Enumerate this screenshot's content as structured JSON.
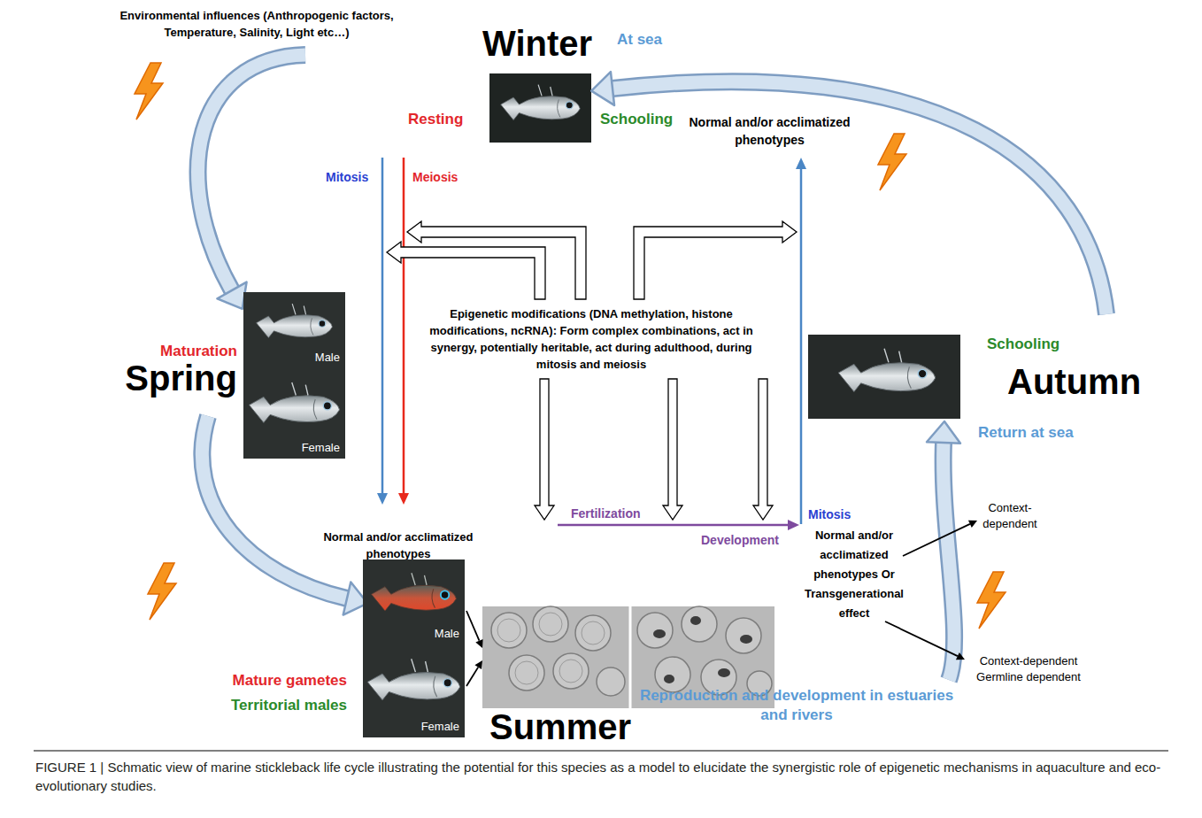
{
  "diagram": {
    "caption": "FIGURE 1 | Schmatic view of marine stickleback life cycle illustrating the potential for this species as a model to elucidate the synergistic role of epigenetic mechanisms in aquaculture and eco-evolutionary studies.",
    "nodes": [
      {
        "text": [
          "Male"
        ]
      },
      {
        "text": [
          "Female"
        ]
      },
      {
        "text": [
          "Male"
        ]
      },
      {
        "text": [
          "Female"
        ]
      }
    ],
    "labels": [
      "Environmental influences (Anthropogenic factors, Temperature, Salinity, Light etc…)",
      "Winter",
      "At sea",
      "Resting",
      "Schooling",
      "Normal and/or acclimatized phenotypes",
      "Mitosis",
      "Meiosis",
      "Epigenetic modifications (DNA methylation, histone modifications, ncRNA): Form complex combinations, act in synergy, potentially heritable, act during adulthood, during mitosis and meiosis",
      "Maturation",
      "Spring",
      "Schooling",
      "Autumn",
      "Return at sea",
      "Fertilization",
      "Development",
      "Mitosis",
      "Normal and/or acclimatized phenotypes",
      "Normal and/or acclimatized phenotypes Or Transgenerational effect",
      "Context-dependent",
      "Context-dependent Germline dependent",
      "Mature gametes",
      "Territorial males",
      "Summer",
      "Reproduction and development in estuaries and rivers"
    ]
  }
}
